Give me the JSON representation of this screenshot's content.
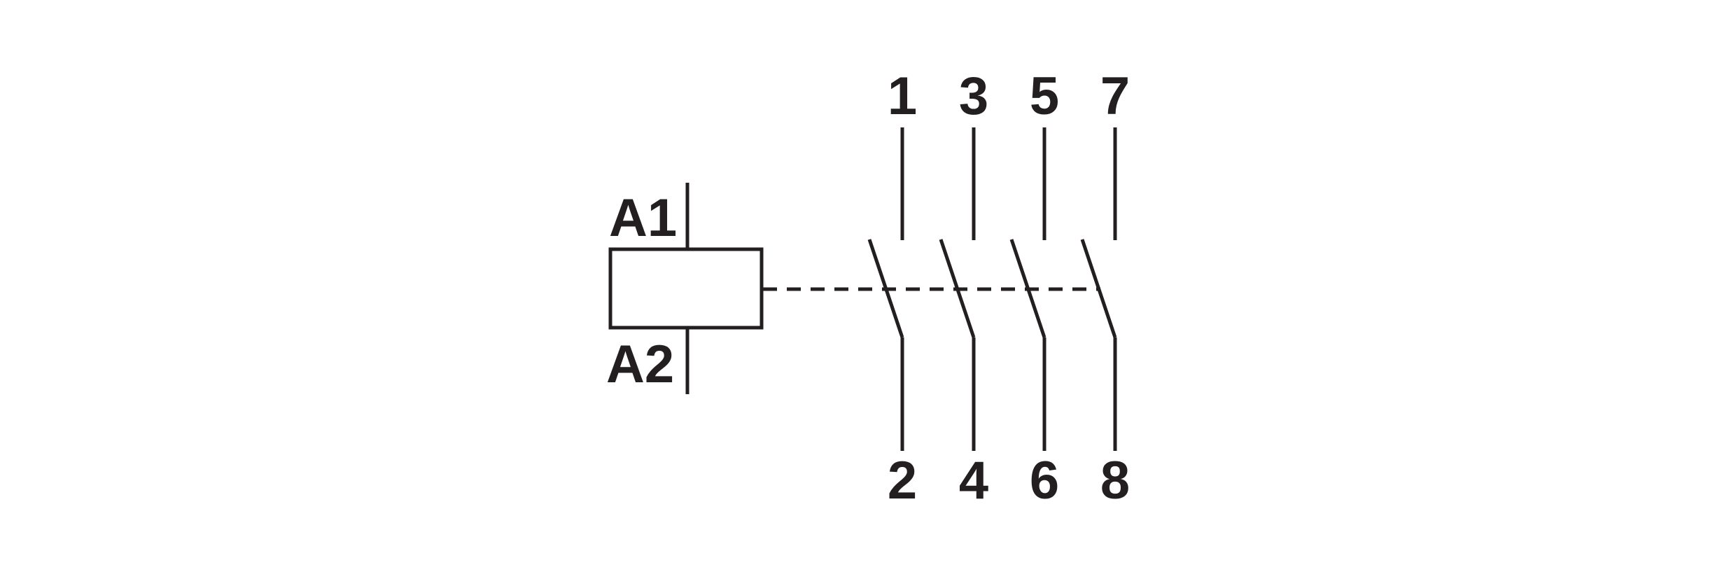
{
  "diagram": {
    "type": "relay-contactor-symbol",
    "coil": {
      "terminal_top": "A1",
      "terminal_bottom": "A2"
    },
    "contacts": [
      {
        "top": "1",
        "bottom": "2",
        "state": "normally-open"
      },
      {
        "top": "3",
        "bottom": "4",
        "state": "normally-open"
      },
      {
        "top": "5",
        "bottom": "6",
        "state": "normally-open"
      },
      {
        "top": "7",
        "bottom": "8",
        "state": "normally-open"
      }
    ],
    "colors": {
      "line": "#231f20",
      "background": "#ffffff"
    }
  }
}
